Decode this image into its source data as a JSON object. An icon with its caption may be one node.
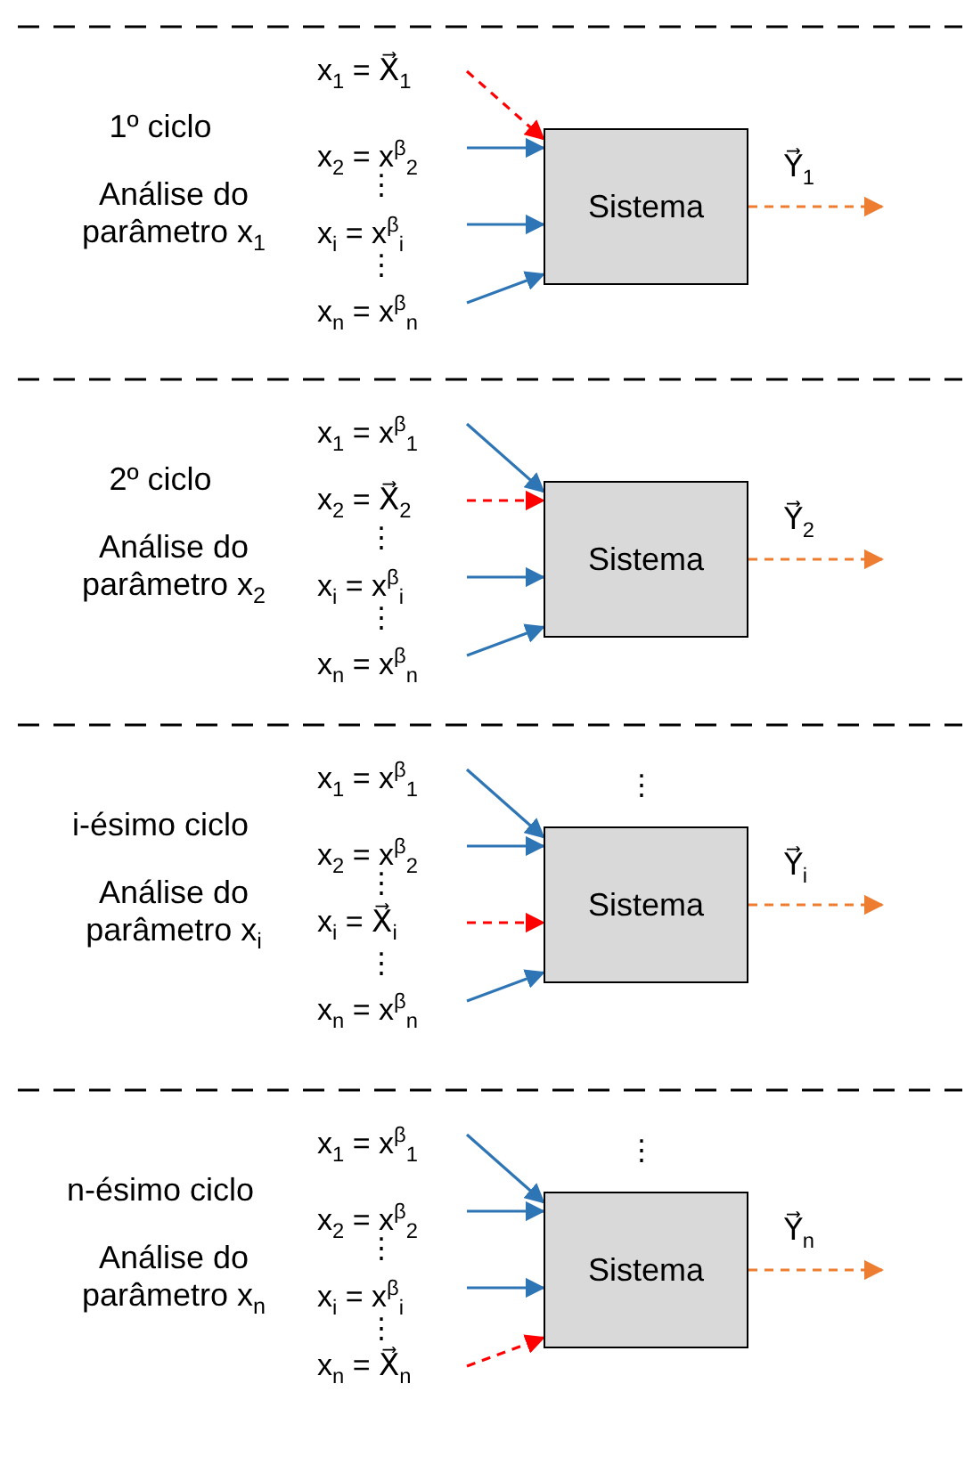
{
  "diagram": {
    "nodes": [
      {
        "text": [
          "x$_{1}$ = X⃗$_{1}$"
        ]
      },
      {
        "text": [
          "x$_{2}$ = x$^{β}$$_{2}$"
        ]
      },
      {
        "text": [
          "x$_{i}$ = x$^{β}$$_{i}$"
        ]
      },
      {
        "text": [
          "x$_{n}$ = x$^{β}$$_{n}$"
        ]
      },
      {
        "text": [
          "Sistema"
        ]
      },
      {
        "text": [
          "x$_{1}$ = x$^{β}$$_{1}$"
        ]
      },
      {
        "text": [
          "x$_{2}$ = X⃗$_{2}$"
        ]
      },
      {
        "text": [
          "x$_{i}$ = x$^{β}$$_{i}$"
        ]
      },
      {
        "text": [
          "x$_{n}$ = x$^{β}$$_{n}$"
        ]
      },
      {
        "text": [
          "Sistema"
        ]
      },
      {
        "text": [
          "x$_{1}$ = x$^{β}$$_{1}$"
        ]
      },
      {
        "text": [
          "x$_{2}$ = x$^{β}$$_{2}$"
        ]
      },
      {
        "text": [
          "x$_{i}$ = X⃗$_{i}$"
        ]
      },
      {
        "text": [
          "x$_{n}$ = x$^{β}$$_{n}$"
        ]
      },
      {
        "text": [
          "Sistema"
        ]
      },
      {
        "text": [
          "x$_{1}$ = x$^{β}$$_{1}$"
        ]
      },
      {
        "text": [
          "x$_{2}$ = x$^{β}$$_{2}$"
        ]
      },
      {
        "text": [
          "x$_{i}$ = x$^{β}$$_{i}$"
        ]
      },
      {
        "text": [
          "x$_{n}$ = X⃗$_{n}$"
        ]
      },
      {
        "text": [
          "Sistema"
        ]
      }
    ],
    "edges": [
      {
        "from": 0,
        "to": 4,
        "arrow": "to",
        "style": "dashed",
        "color": "#ff0000"
      },
      {
        "from": 1,
        "to": 4,
        "arrow": "to"
      },
      {
        "from": 2,
        "to": 4,
        "arrow": "to"
      },
      {
        "from": 3,
        "to": 4,
        "arrow": "to"
      },
      {
        "from": 4,
        "to": null,
        "arrow": "to",
        "label": "Y⃗$_{1}$",
        "style": "dashed",
        "color": "#ed7d31"
      },
      {
        "from": 5,
        "to": 9,
        "arrow": "to"
      },
      {
        "from": 6,
        "to": 9,
        "arrow": "to",
        "style": "dashed",
        "color": "#ff0000"
      },
      {
        "from": 7,
        "to": 9,
        "arrow": "to"
      },
      {
        "from": 8,
        "to": 9,
        "arrow": "to"
      },
      {
        "from": 9,
        "to": null,
        "arrow": "to",
        "label": "Y⃗$_{2}$",
        "style": "dashed",
        "color": "#ed7d31"
      },
      {
        "from": 10,
        "to": 14,
        "arrow": "to"
      },
      {
        "from": 11,
        "to": 14,
        "arrow": "to"
      },
      {
        "from": 12,
        "to": 14,
        "arrow": "to",
        "style": "dashed",
        "color": "#ff0000"
      },
      {
        "from": 13,
        "to": 14,
        "arrow": "to"
      },
      {
        "from": 14,
        "to": null,
        "arrow": "to",
        "label": "Y⃗$_{i}$",
        "style": "dashed",
        "color": "#ed7d31"
      },
      {
        "from": 15,
        "to": 19,
        "arrow": "to"
      },
      {
        "from": 16,
        "to": 19,
        "arrow": "to"
      },
      {
        "from": 17,
        "to": 19,
        "arrow": "to"
      },
      {
        "from": 18,
        "to": 19,
        "arrow": "to",
        "style": "dashed",
        "color": "#ff0000"
      },
      {
        "from": 19,
        "to": null,
        "arrow": "to",
        "label": "Y⃗$_{n}$",
        "style": "dashed",
        "color": "#ed7d31"
      }
    ],
    "labels": [
      "1º ciclo",
      "Análise do parâmetro x$_{1}$",
      "⋮",
      "⋮",
      "2º ciclo",
      "Análise do parâmetro x$_{2}$",
      "⋮",
      "⋮",
      "⋮",
      "i-ésimo ciclo",
      "Análise do parâmetro x$_{i}$",
      "⋮",
      "⋮",
      "⋮",
      "n-ésimo ciclo",
      "Análise do parâmetro x$_{n}$",
      "⋮",
      "⋮"
    ]
  }
}
